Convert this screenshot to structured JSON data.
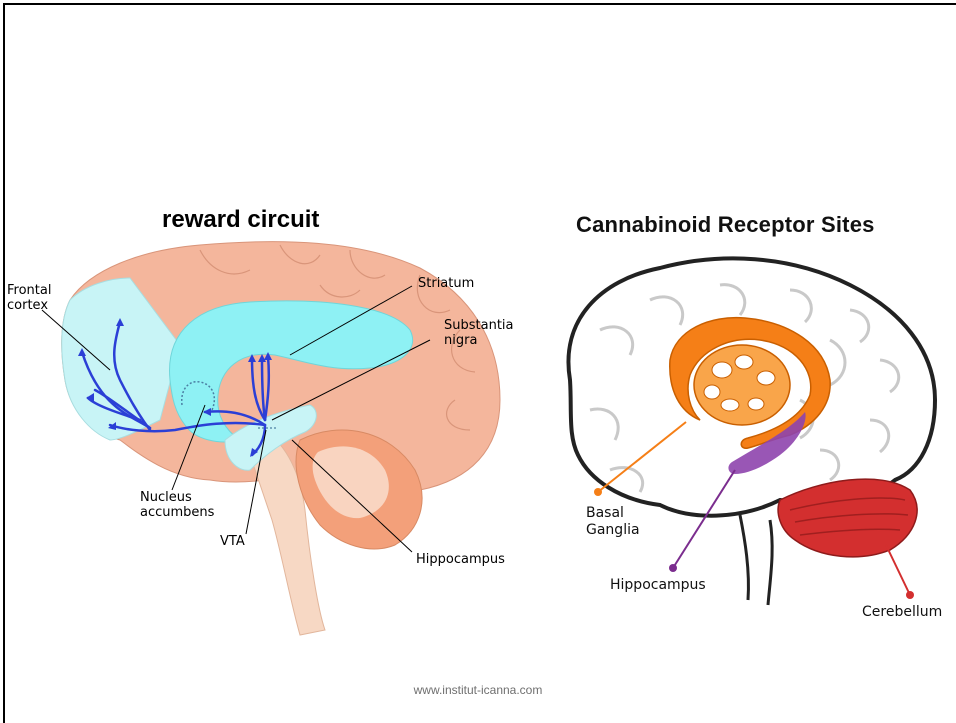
{
  "left_panel": {
    "title": "reward circuit",
    "labels": {
      "frontal_cortex_line1": "Frontal",
      "frontal_cortex_line2": "cortex",
      "striatum": "Striatum",
      "substantia_nigra_line1": "Substantia",
      "substantia_nigra_line2": "nigra",
      "nucleus_accumbens_line1": "Nucleus",
      "nucleus_accumbens_line2": "accumbens",
      "vta": "VTA",
      "hippocampus": "Hippocampus"
    }
  },
  "right_panel": {
    "title": "Cannabinoid Receptor Sites",
    "labels": {
      "basal_ganglia_line1": "Basal",
      "basal_ganglia_line2": "Ganglia",
      "hippocampus": "Hippocampus",
      "cerebellum": "Cerebellum"
    },
    "colors": {
      "basal_ganglia": "#f57f17",
      "hippocampus": "#7b2d8e",
      "cerebellum": "#d32f2f"
    }
  },
  "footer": "www.institut-icanna.com"
}
